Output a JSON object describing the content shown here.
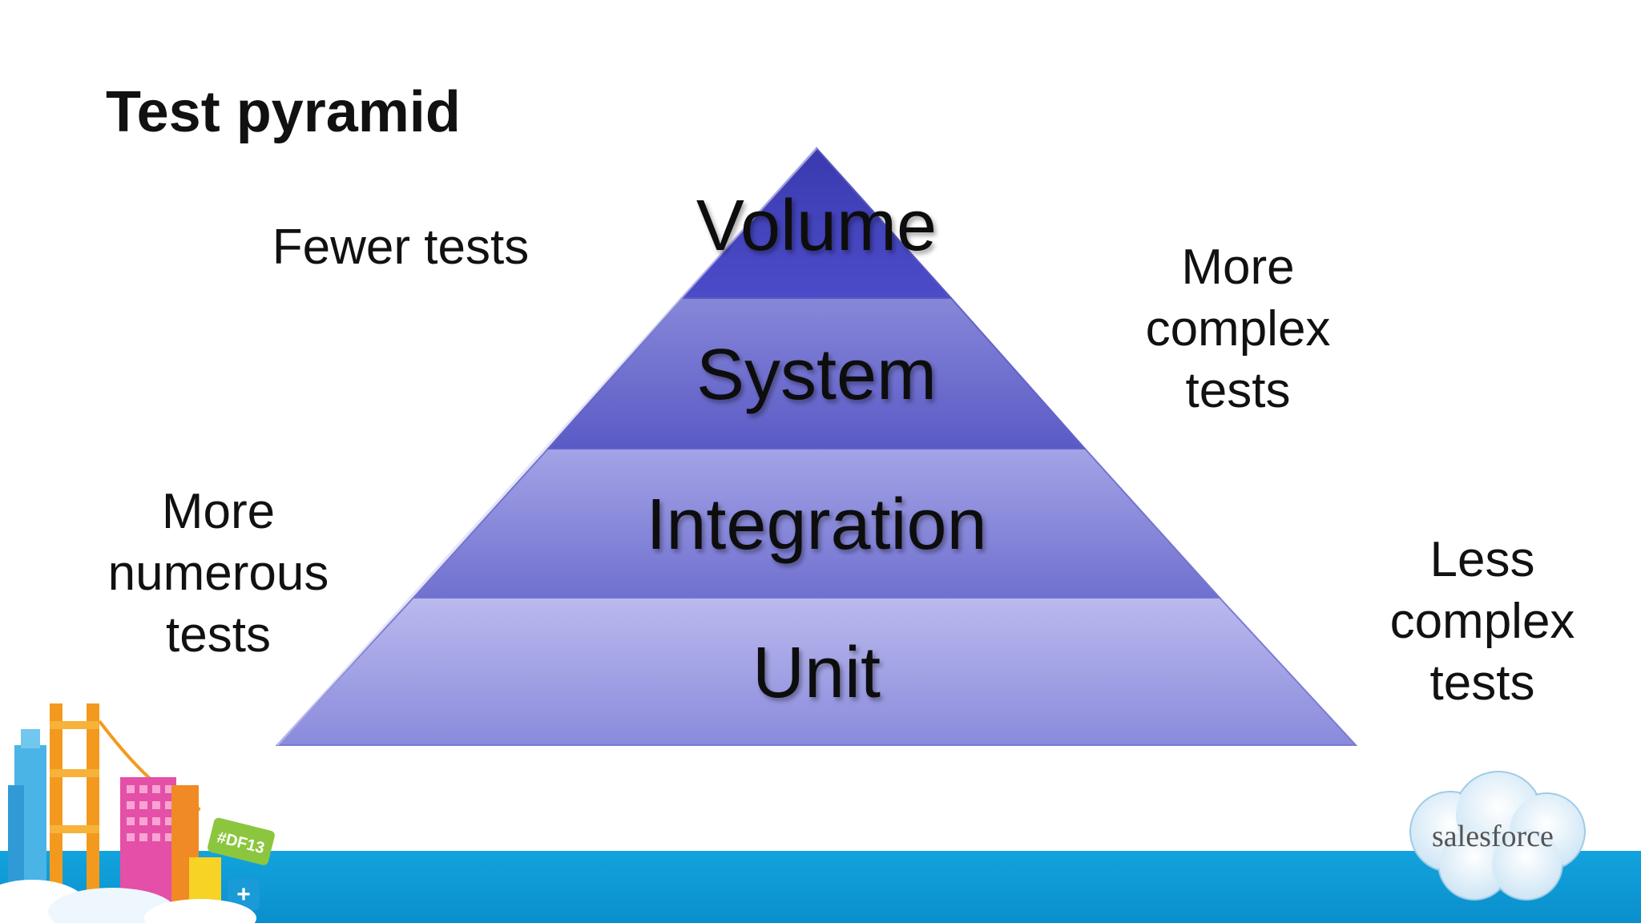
{
  "slide": {
    "title": "Test pyramid"
  },
  "pyramid": {
    "tiers": [
      {
        "label": "Volume",
        "color_top": "#3b3bb0",
        "color_bottom": "#4a4ac8"
      },
      {
        "label": "System",
        "color_top": "#8585d8",
        "color_bottom": "#5656c4"
      },
      {
        "label": "Integration",
        "color_top": "#9f9fe4",
        "color_bottom": "#6f6fd0"
      },
      {
        "label": "Unit",
        "color_top": "#b5b5ec",
        "color_bottom": "#8888dc"
      }
    ]
  },
  "notes": {
    "fewer_tests": "Fewer tests",
    "more_numerous": "More\nnumerous\ntests",
    "more_complex": "More\ncomplex\ntests",
    "less_complex": "Less\ncomplex\ntests"
  },
  "branding": {
    "event_badge": "#DF13",
    "plus_symbol": "+",
    "logo_text": "salesforce",
    "footer_color": "#0f9bd7"
  }
}
